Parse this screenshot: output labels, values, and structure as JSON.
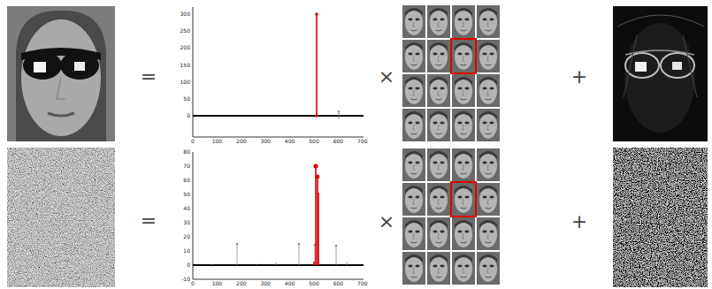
{
  "diagram": {
    "labels": [
      "=",
      "0",
      "100",
      "200",
      "300",
      "400",
      "500",
      "600",
      "700",
      "0",
      "50",
      "100",
      "150",
      "200",
      "250",
      "300",
      "×",
      "+",
      "=",
      "0",
      "100",
      "200",
      "300",
      "400",
      "500",
      "600",
      "700",
      "-10",
      "0",
      "10",
      "20",
      "30",
      "40",
      "50",
      "60",
      "70",
      "80",
      "×",
      "+"
    ]
  }
}
